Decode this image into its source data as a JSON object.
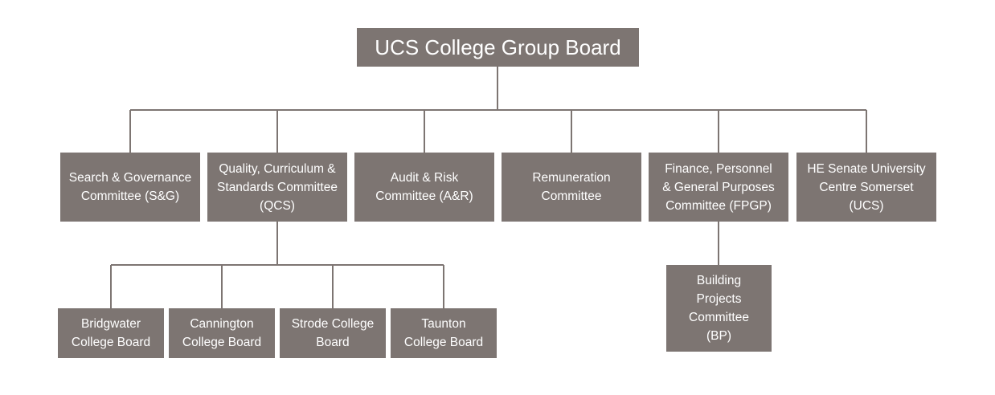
{
  "org_chart": {
    "root": {
      "label": "UCS College Group Board"
    },
    "committees": [
      {
        "id": "sg",
        "label": "Search & Governance\nCommittee (S&G)"
      },
      {
        "id": "qcs",
        "label": "Quality, Curriculum &\nStandards Committee\n(QCS)"
      },
      {
        "id": "ar",
        "label": "Audit & Risk\nCommittee (A&R)"
      },
      {
        "id": "rem",
        "label": "Remuneration\nCommittee"
      },
      {
        "id": "fpgp",
        "label": "Finance, Personnel\n& General Purposes\nCommittee (FPGP)"
      },
      {
        "id": "ucs",
        "label": "HE Senate University\nCentre Somerset\n(UCS)"
      }
    ],
    "qcs_children": [
      {
        "id": "bridgwater",
        "label": "Bridgwater\nCollege Board"
      },
      {
        "id": "cannington",
        "label": "Cannington\nCollege Board"
      },
      {
        "id": "strode",
        "label": "Strode College\nBoard"
      },
      {
        "id": "taunton",
        "label": "Taunton\nCollege Board"
      }
    ],
    "fpgp_children": [
      {
        "id": "bp",
        "label": "Building\nProjects\nCommittee\n(BP)"
      }
    ],
    "colors": {
      "box": "#7d7572",
      "text": "#ffffff",
      "line": "#7d7572"
    }
  }
}
